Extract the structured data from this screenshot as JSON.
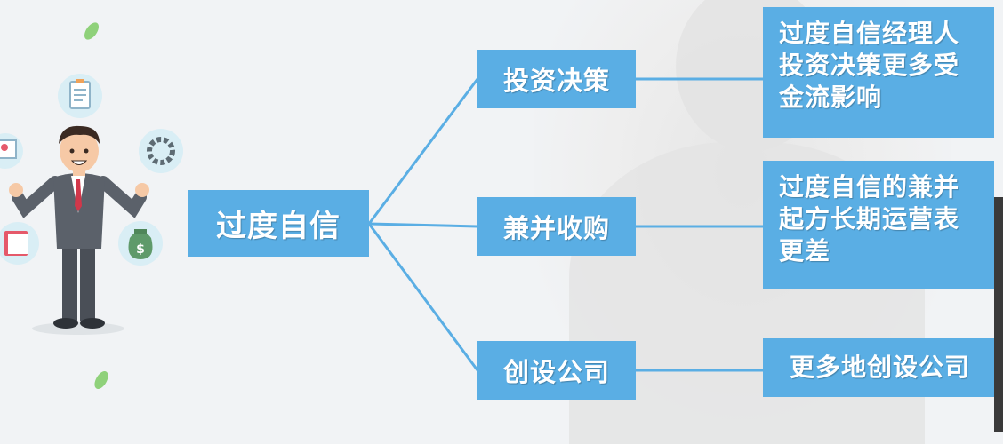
{
  "diagram": {
    "root": {
      "label": "过度自信"
    },
    "branches": [
      {
        "label": "投资决策",
        "detail": "过度自信经理人\n投资决策更多受\n金流影响"
      },
      {
        "label": "兼并收购",
        "detail": "过度自信的兼并\n起方长期运营表\n更差"
      },
      {
        "label": "创设公司",
        "detail": "更多地创设公司"
      }
    ]
  },
  "colors": {
    "box": "#5aaee4",
    "line": "#5aaee4",
    "background": "#f1f3f5"
  },
  "illustration": {
    "figure": "businessman-icon",
    "icons": [
      "leaf-icon",
      "clipboard-icon",
      "gear-icon",
      "presentation-icon",
      "book-icon",
      "money-bag-icon"
    ]
  }
}
